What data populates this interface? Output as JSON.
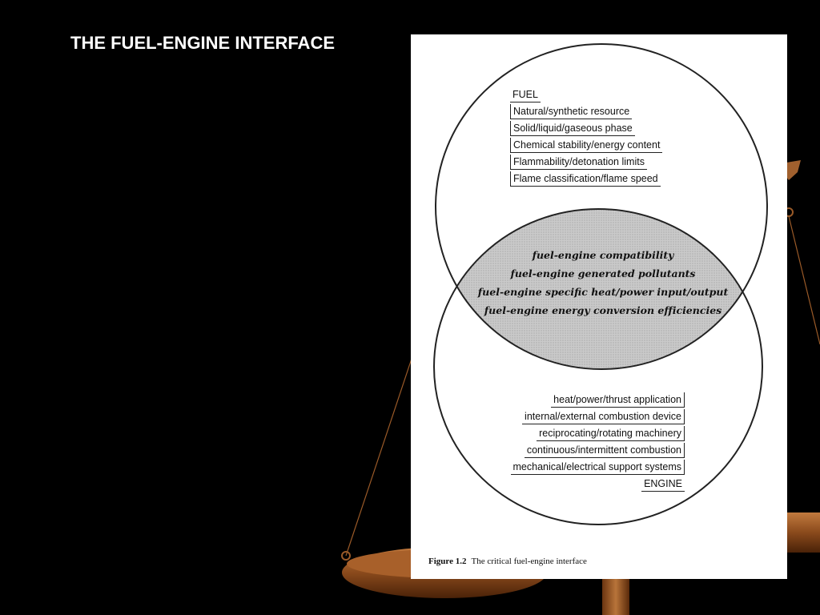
{
  "slide": {
    "title": "THE FUEL-ENGINE INTERFACE"
  },
  "figure": {
    "fuel_title": "FUEL",
    "fuel_items": [
      "Natural/synthetic resource",
      "Solid/liquid/gaseous phase",
      "Chemical stability/energy content",
      "Flammability/detonation limits",
      "Flame classification/flame speed"
    ],
    "interface_items": [
      "fuel-engine compatibility",
      "fuel-engine generated pollutants",
      "fuel-engine specific heat/power input/output",
      "fuel-engine energy conversion efficiencies"
    ],
    "engine_items": [
      "heat/power/thrust application",
      "internal/external combustion device",
      "reciprocating/rotating machinery",
      "continuous/intermittent combustion",
      "mechanical/electrical support systems"
    ],
    "engine_title": "ENGINE",
    "caption_label": "Figure 1.2",
    "caption_text": "The critical fuel-engine interface",
    "intersection_fill": "#c8c8c8"
  },
  "colors": {
    "background": "#000000",
    "scale_brown": "#8a4a1c"
  }
}
